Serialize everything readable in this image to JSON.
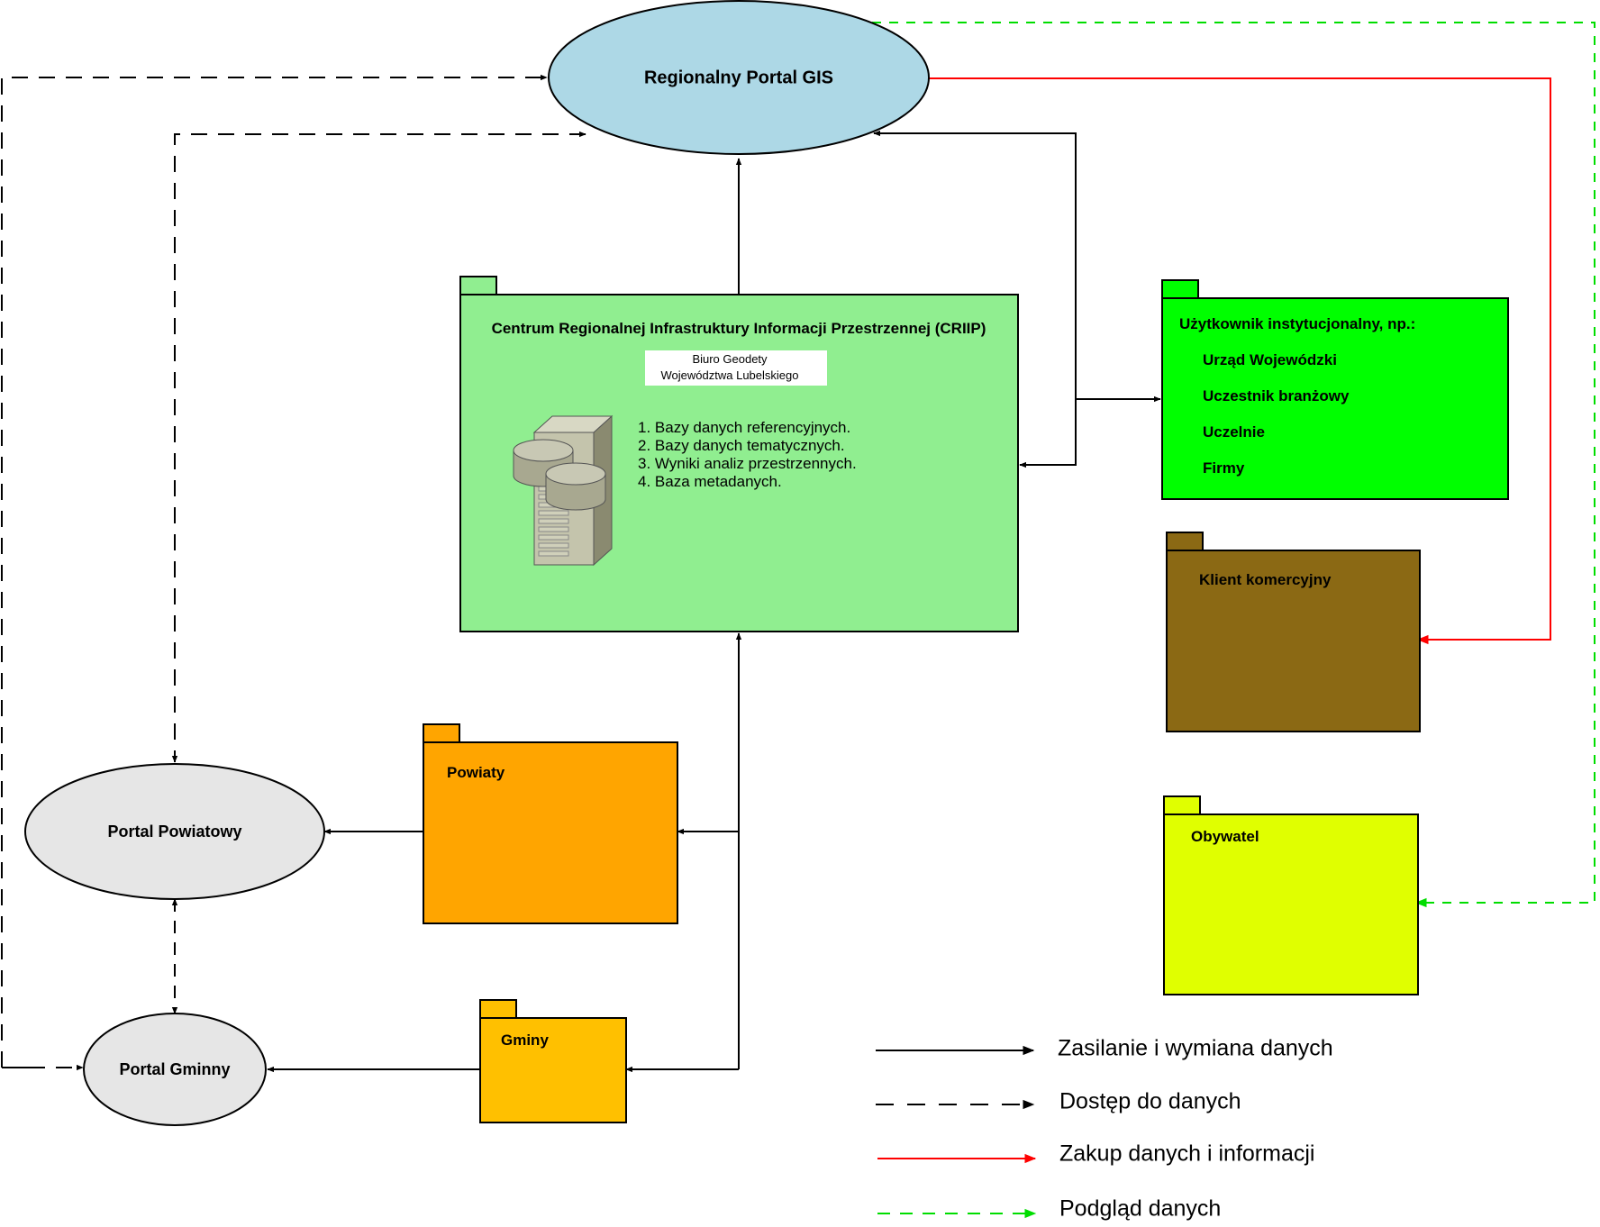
{
  "nodes": {
    "portal_gis": "Regionalny Portal GIS",
    "criip": {
      "title": "Centrum Regionalnej Infrastruktury Informacji Przestrzennej (CRIIP)",
      "office_line1": "Biuro Geodety",
      "office_line2": "Województwa Lubelskiego",
      "items": [
        "1. Bazy danych referencyjnych.",
        "2. Bazy danych tematycznych.",
        "3. Wyniki analiz przestrzennych.",
        "4. Baza metadanych."
      ]
    },
    "user_inst": {
      "title": "Użytkownik instytucjonalny, np.:",
      "items": [
        "Urząd Wojewódzki",
        "Uczestnik branżowy",
        "Uczelnie",
        "Firmy"
      ]
    },
    "client_commercial": "Klient komercyjny",
    "citizen": "Obywatel",
    "counties": "Powiaty",
    "municipalities": "Gminy",
    "portal_county": "Portal Powiatowy",
    "portal_municipal": "Portal Gminny"
  },
  "legend": [
    {
      "label": "Zasilanie i wymiana danych",
      "color": "#000000",
      "style": "solid"
    },
    {
      "label": "Dostęp do danych",
      "color": "#000000",
      "style": "dashed"
    },
    {
      "label": "Zakup danych i informacji",
      "color": "#ff0000",
      "style": "solid"
    },
    {
      "label": "Podgląd danych",
      "color": "#00dd00",
      "style": "dashed"
    }
  ],
  "colors": {
    "portal_gis": "#add8e6",
    "criip": "#90ee90",
    "user_inst": "#00ff00",
    "client_commercial": "#8b6914",
    "citizen": "#e0ff00",
    "counties": "#ffa500",
    "municipalities": "#ffc000",
    "portals_local": "#e6e6e6"
  }
}
